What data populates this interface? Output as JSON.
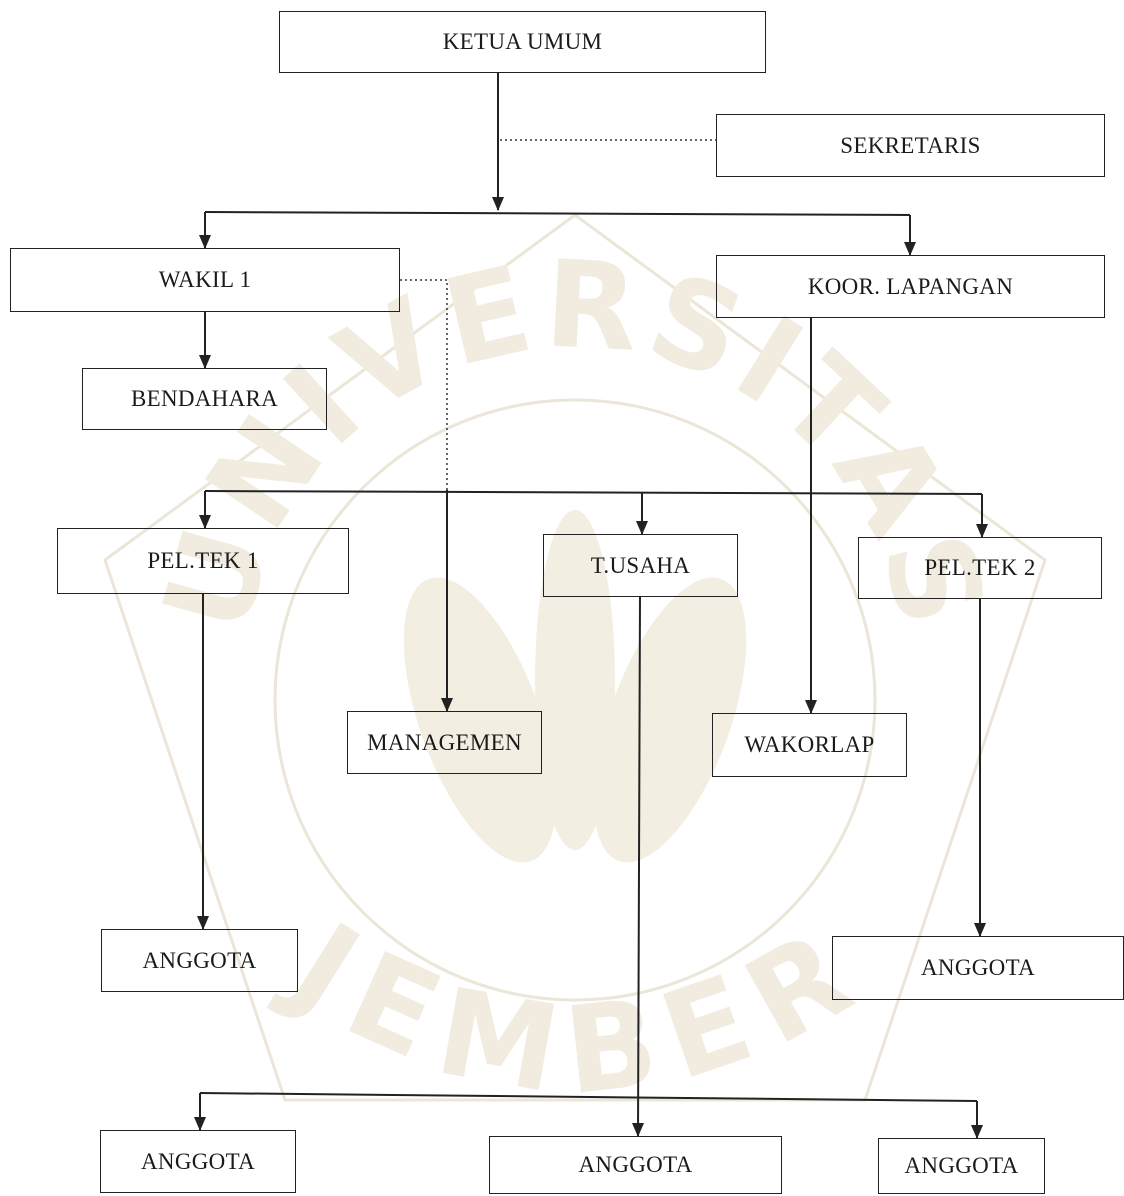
{
  "watermark": {
    "text": "UNIVERSITAS JEMBER",
    "top_word": "UNIVERSITAS",
    "bottom_word": "JEMBER"
  },
  "org": {
    "ketua_umum": "KETUA UMUM",
    "sekretaris": "SEKRETARIS",
    "wakil_1": "WAKIL 1",
    "koor_lapangan": "KOOR. LAPANGAN",
    "bendahara": "BENDAHARA",
    "pel_tek_1": "PEL.TEK 1",
    "t_usaha": "T.USAHA",
    "pel_tek_2": "PEL.TEK 2",
    "managemen": "MANAGEMEN",
    "wakorlap": "WAKORLAP",
    "anggota_pel_tek_1": "ANGGOTA",
    "anggota_pel_tek_2": "ANGGOTA",
    "anggota_bottom_left": "ANGGOTA",
    "anggota_bottom_center": "ANGGOTA",
    "anggota_bottom_right": "ANGGOTA"
  }
}
